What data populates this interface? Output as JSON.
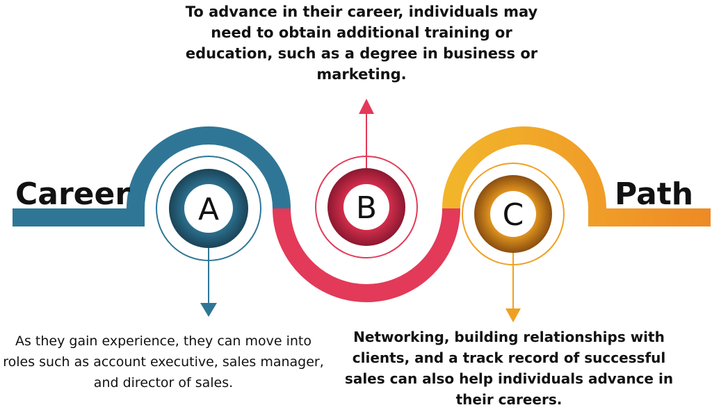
{
  "title": {
    "left_word": "Career",
    "right_word": "Path"
  },
  "steps": [
    {
      "letter": "A",
      "color": "#2f7696",
      "text": "As they gain experience, they can move into roles such as account executive, sales manager, and director of sales."
    },
    {
      "letter": "B",
      "color": "#e23a58",
      "text": "To advance in their career, individuals may need to obtain additional training or education, such as a degree in business or marketing."
    },
    {
      "letter": "C",
      "color": "#f0a020",
      "text": "Networking, building relationships with clients, and a track record of successful sales can also help individuals advance in their careers."
    }
  ]
}
